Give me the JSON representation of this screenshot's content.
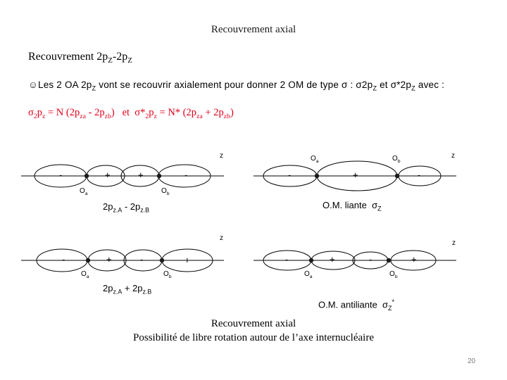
{
  "title": "Recouvrement axial",
  "subtitle": "Recouvrement 2pz-2pz",
  "bullet_symbol": "☺",
  "bullet_text": "Les 2 OA 2pz vont se recouvrir axialement pour donner 2 OM de type σ : σ2pz et σ*2pz avec :",
  "formula": "σ2pz = N (2pza - 2pzb)   et  σ*2pz = N* (2pza + 2pzb)",
  "diagrams": {
    "d1": {
      "z": "z",
      "oa": "Oa",
      "ob": "Ob",
      "signs": [
        "-",
        "+",
        "+",
        "-"
      ],
      "caption": "2pz.A - 2pz.B"
    },
    "d2": {
      "z": "z",
      "oa": "Oa",
      "ob": "Ob",
      "signs": [
        "-",
        "+",
        "-"
      ],
      "caption": "O.M. liante σZ"
    },
    "d3": {
      "z": "z",
      "oa": "Oa",
      "ob": "Ob",
      "signs": [
        "-",
        "+",
        "-",
        "+"
      ],
      "caption": "2pz.A + 2pz.B"
    },
    "d4": {
      "z": "z",
      "oa": "Oa",
      "ob": "Ob",
      "signs": [
        "-",
        "+",
        "-",
        "+"
      ],
      "caption": "O.M. antiliante σZ*"
    }
  },
  "conclusion": [
    "Recouvrement axial",
    "Possibilité de libre rotation autour de l’axe internucléaire"
  ],
  "page_number": "20",
  "colors": {
    "lobe_stroke": "#000000",
    "nucleus": "#1a1a1a",
    "formula": "#e0001b"
  }
}
